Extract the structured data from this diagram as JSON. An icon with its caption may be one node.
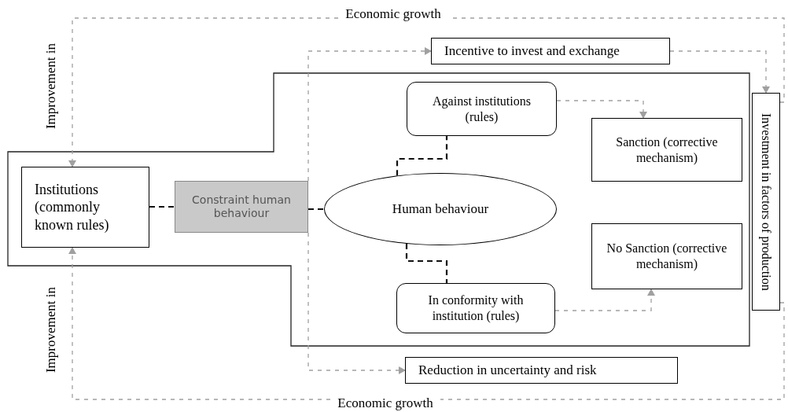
{
  "diagram": {
    "nodes": [
      {
        "text": [
          "Economic growth"
        ]
      },
      {
        "text": [
          "Incentive to invest and exchange"
        ]
      },
      {
        "text": [
          "Institutions (commonly known rules)"
        ]
      },
      {
        "text": [
          "Constraint human behaviour"
        ]
      },
      {
        "text": [
          "Against institutions (rules)"
        ]
      },
      {
        "text": [
          "Sanction (corrective mechanism)"
        ]
      },
      {
        "text": [
          "Human behaviour"
        ]
      },
      {
        "text": [
          "Investment in factors of production"
        ]
      },
      {
        "text": [
          "No Sanction (corrective mechanism)"
        ]
      },
      {
        "text": [
          "In conformity with institution (rules)"
        ]
      },
      {
        "text": [
          "Reduction in uncertainty and risk"
        ]
      },
      {
        "text": [
          "Economic growth"
        ]
      }
    ],
    "edges": [
      {
        "from": 0,
        "to": 2,
        "arrow": "to",
        "style": "dashed",
        "label": "Improvement in"
      },
      {
        "from": 11,
        "to": 2,
        "arrow": "to",
        "style": "dashed",
        "label": "Improvement in"
      },
      {
        "from": 3,
        "to": 1,
        "arrow": "to",
        "style": "dashed"
      },
      {
        "from": 3,
        "to": 10,
        "arrow": "to",
        "style": "dashed"
      },
      {
        "from": 1,
        "to": 7,
        "arrow": "to",
        "style": "dashed"
      },
      {
        "from": 7,
        "to": 0,
        "arrow": "none",
        "style": "dashed"
      },
      {
        "from": 7,
        "to": 11,
        "arrow": "none",
        "style": "dashed"
      },
      {
        "from": 2,
        "to": 3,
        "arrow": "none",
        "style": "dashed",
        "color": "#111111"
      },
      {
        "from": 3,
        "to": 6,
        "arrow": "none",
        "style": "dashed",
        "color": "#111111"
      },
      {
        "from": 6,
        "to": 4,
        "arrow": "none",
        "style": "dashed",
        "color": "#111111"
      },
      {
        "from": 6,
        "to": 9,
        "arrow": "none",
        "style": "dashed",
        "color": "#111111"
      },
      {
        "from": 4,
        "to": 5,
        "arrow": "to",
        "style": "dashed"
      },
      {
        "from": 9,
        "to": 8,
        "arrow": "to",
        "style": "dashed"
      }
    ]
  }
}
